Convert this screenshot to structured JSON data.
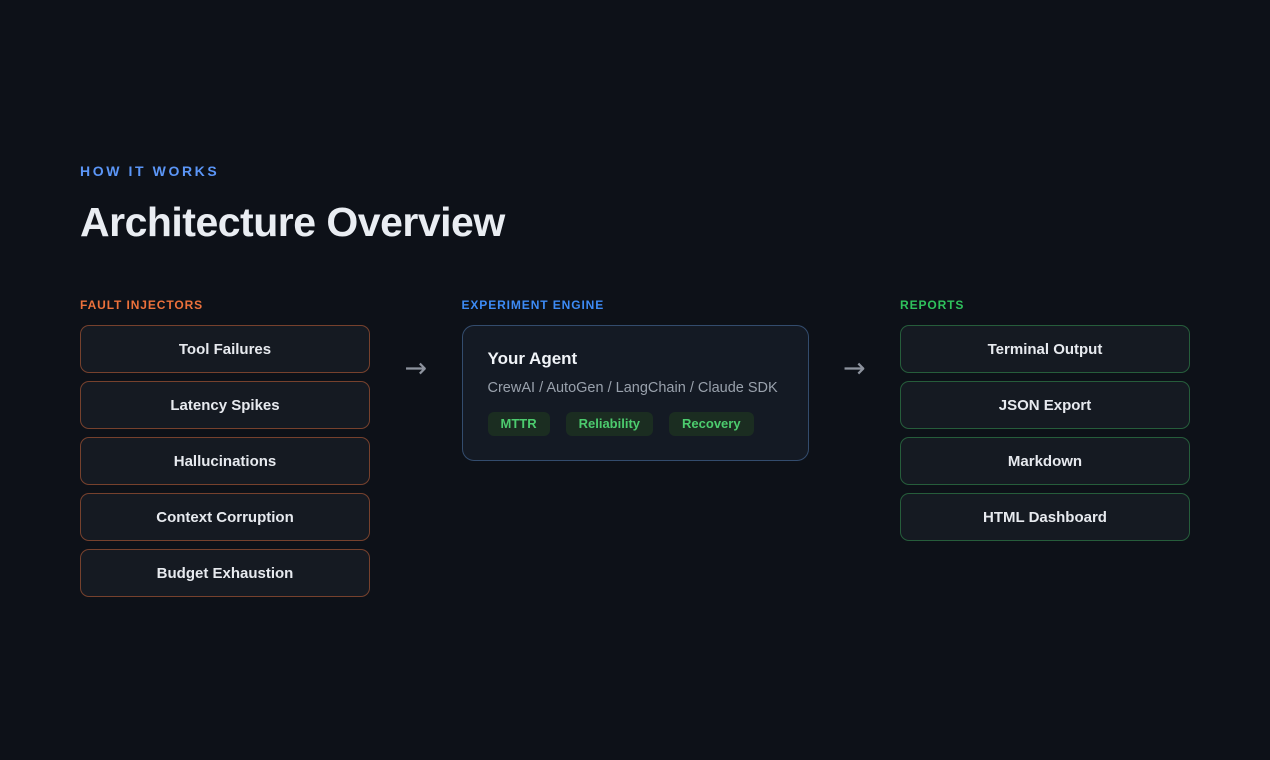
{
  "header": {
    "eyebrow": "HOW IT WORKS",
    "title": "Architecture Overview"
  },
  "diagram": {
    "arrow_glyph": "→",
    "fault_injectors": {
      "label": "FAULT INJECTORS",
      "accent_color": "#ed713b",
      "items": [
        "Tool Failures",
        "Latency Spikes",
        "Hallucinations",
        "Context Corruption",
        "Budget Exhaustion"
      ]
    },
    "experiment_engine": {
      "label": "EXPERIMENT ENGINE",
      "accent_color": "#3d8bf5",
      "card": {
        "title": "Your Agent",
        "subtitle": "CrewAI / AutoGen / LangChain / Claude SDK",
        "badges": [
          "MTTR",
          "Reliability",
          "Recovery"
        ],
        "badge_text_color": "#4ccb6e",
        "badge_bg_color": "#1b2d21"
      }
    },
    "reports": {
      "label": "REPORTS",
      "accent_color": "#2fc25c",
      "items": [
        "Terminal Output",
        "JSON Export",
        "Markdown",
        "HTML Dashboard"
      ]
    }
  },
  "colors": {
    "page_bg": "#0d1118",
    "eyebrow_blue": "#5b96f7",
    "title_text": "#e9edf2",
    "node_bg": "#151a22",
    "arrow_gray": "#8d939e"
  }
}
